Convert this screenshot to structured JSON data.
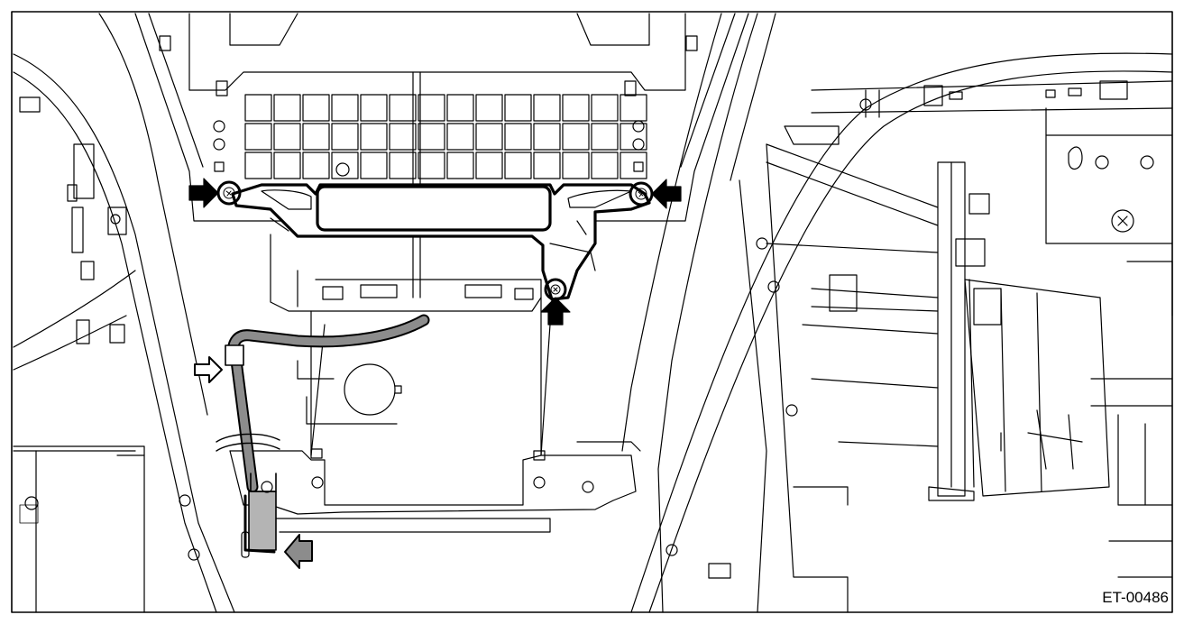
{
  "figure": {
    "id_label": "ET-00486"
  },
  "callouts": [
    {
      "name": "bolt-left",
      "icon": "solid-arrow-right-icon"
    },
    {
      "name": "bolt-right",
      "icon": "solid-arrow-left-icon"
    },
    {
      "name": "bolt-lower",
      "icon": "solid-arrow-up-icon"
    },
    {
      "name": "connector-release-left",
      "icon": "outline-arrow-icon"
    },
    {
      "name": "connector-release-lower",
      "icon": "grey-arrow-icon"
    }
  ],
  "colors": {
    "line": "#000000",
    "harness_fill": "#8c8c8c",
    "connector_fill": "#b4b4b4",
    "background": "#ffffff"
  }
}
